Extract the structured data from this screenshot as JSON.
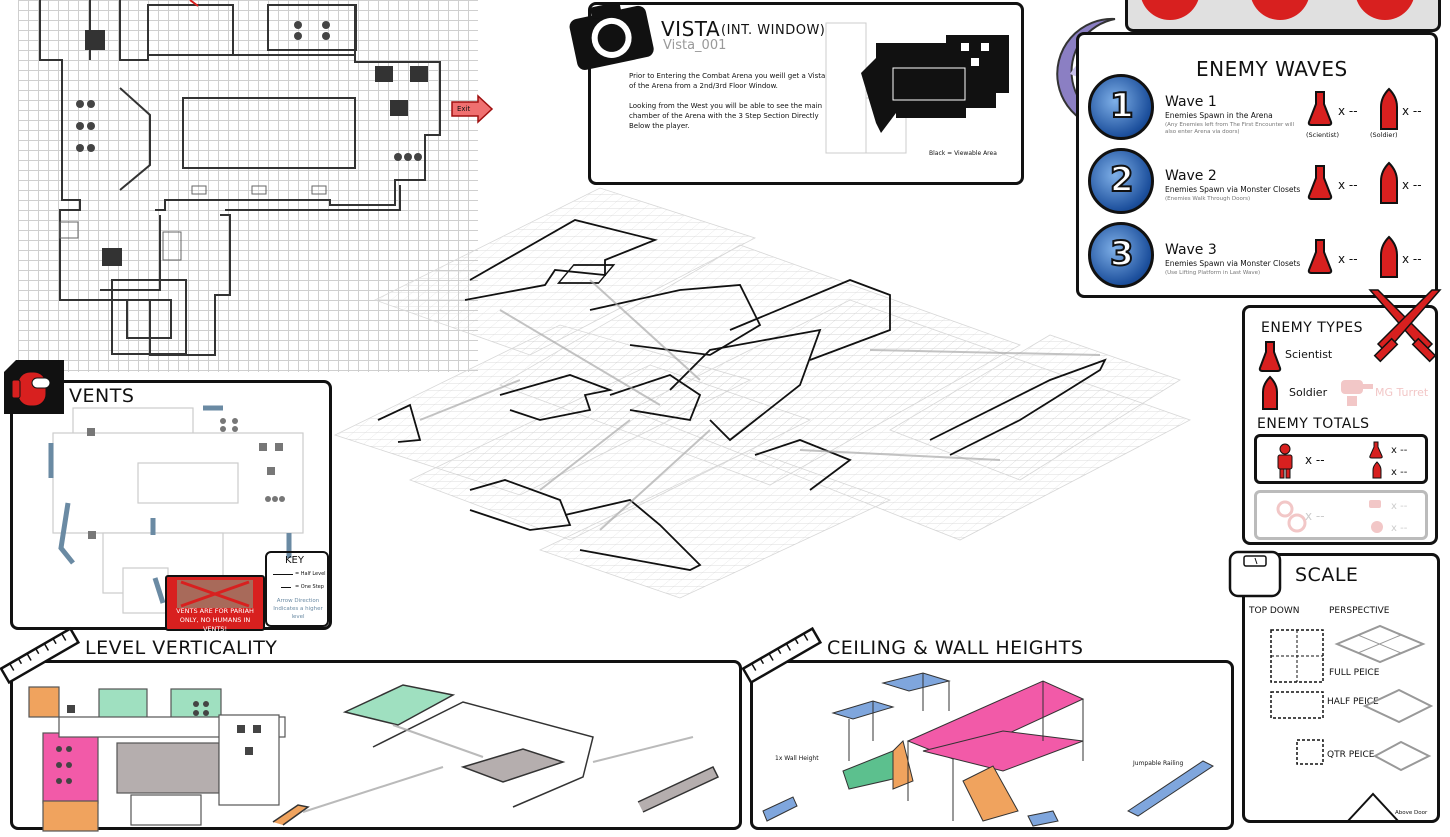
{
  "vista": {
    "title": "VISTA",
    "title_suffix": "(INT. WINDOW)",
    "subtitle": "Vista_001",
    "para1": "Prior to Entering the Combat Arena you weill get a Vista of the Arena from a 2nd/3rd Floor Window.",
    "para2": "Looking from the West you will be able to see the main chamber of the Arena with the 3 Step Section Directly Below the player.",
    "legend": "Black = Viewable Area"
  },
  "exit_label": "Exit",
  "enemy_waves": {
    "title": "ENEMY WAVES",
    "waves": [
      {
        "number": "1",
        "name": "Wave 1",
        "desc": "Enemies Spawn in the Arena",
        "note": "(Any Enemies left from The First Encounter will also enter Arena via doors)",
        "scientist_count": "x --",
        "soldier_count": "x --"
      },
      {
        "number": "2",
        "name": "Wave 2",
        "desc": "Enemies Spawn via Monster Closets",
        "note": "(Enemies Walk Through Doors)",
        "scientist_count": "x --",
        "soldier_count": "x --"
      },
      {
        "number": "3",
        "name": "Wave 3",
        "desc": "Enemies Spawn via Monster Closets",
        "note": "(Use Lifting Platform in Last Wave)",
        "scientist_count": "x --",
        "soldier_count": "x --"
      }
    ],
    "scientist_label": "(Scientist)",
    "soldier_label": "(Soldier)"
  },
  "enemy_types": {
    "title": "ENEMY TYPES",
    "types": [
      "Scientist",
      "Soldier",
      "MG Turret"
    ],
    "totals_title": "ENEMY TOTALS",
    "totals_main": "x --",
    "totals_scientist": "x --",
    "totals_soldier": "x --",
    "totals_faded_main": "x --",
    "totals_faded_a": "x --",
    "totals_faded_b": "x --"
  },
  "vents": {
    "title": "VENTS",
    "key_title": "KEY",
    "key_half": "= Half Level",
    "key_step": "= One Step",
    "key_note": "Arrow Direction Indicates a higher level",
    "warning": "VENTS ARE FOR PARIAH ONLY, NO HUMANS IN VENTS!"
  },
  "scale": {
    "title": "SCALE",
    "top_down": "TOP DOWN",
    "perspective": "PERSPECTIVE",
    "full": "FULL PEICE",
    "half": "HALF PEICE",
    "qtr": "QTR PEICE",
    "above_door": "Above Door"
  },
  "verticality": {
    "title": "LEVEL VERTICALITY"
  },
  "ceiling": {
    "title": "CEILING & WALL HEIGHTS",
    "wall_height": "1x Wall Height",
    "railing": "Jumpable Railing"
  },
  "colors": {
    "accent_red": "#d8201f",
    "wave_blue": "#1c4f9c",
    "moon_purple": "#8b7fc3",
    "magenta": "#f25aa8",
    "mint": "#9fe0c0",
    "sky": "#7fa6dd",
    "orange": "#f0a35e"
  }
}
